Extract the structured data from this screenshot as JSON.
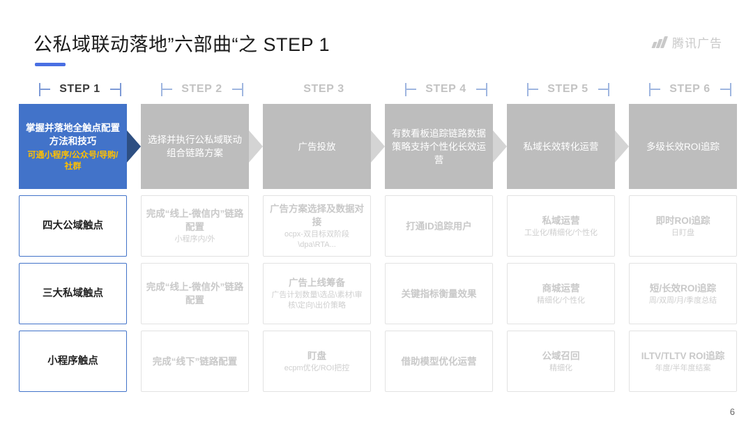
{
  "header": {
    "title": "公私域联动落地”六部曲“之 STEP 1",
    "brand_name": "腾讯广告",
    "brand_icon": "slashes-logo-icon",
    "accent_color": "#4a6fe3"
  },
  "steps": [
    {
      "label": "STEP 1",
      "active": true
    },
    {
      "label": "STEP 2",
      "active": false
    },
    {
      "label": "STEP 3",
      "active": false
    },
    {
      "label": "STEP 4",
      "active": false
    },
    {
      "label": "STEP 5",
      "active": false
    },
    {
      "label": "STEP 6",
      "active": false
    }
  ],
  "banners": [
    {
      "title": "掌握并落地全触点配置方法和技巧",
      "sub": "可通小程序/公众号/导购/社群",
      "primary": true,
      "bg": "#4273c9",
      "sub_color": "#ffc000",
      "arrow_color": "#2e4f82"
    },
    {
      "title": "选择并执行公私域联动组合链路方案",
      "sub": "",
      "primary": false,
      "bg": "#bdbdbd",
      "arrow_color": "#d9d9d9"
    },
    {
      "title": "广告投放",
      "sub": "",
      "primary": false,
      "bg": "#bdbdbd",
      "arrow_color": "#d9d9d9"
    },
    {
      "title": "有数看板追踪链路数据策略支持个性化长效运营",
      "sub": "",
      "primary": false,
      "bg": "#bdbdbd",
      "arrow_color": "#d9d9d9"
    },
    {
      "title": "私域长效转化运营",
      "sub": "",
      "primary": false,
      "bg": "#bdbdbd",
      "arrow_color": "#d9d9d9"
    },
    {
      "title": "多级长效ROI追踪",
      "sub": "",
      "primary": false,
      "bg": "#bdbdbd",
      "arrow_color": ""
    }
  ],
  "rows": [
    {
      "cells": [
        {
          "title": "四大公域触点",
          "sub": "",
          "highlight": true
        },
        {
          "title": "完成“线上-微信内”链路配置",
          "sub": "小程序内/外",
          "highlight": false
        },
        {
          "title": "广告方案选择及数据对接",
          "sub": "ocpx-双目标双阶段\\dpa\\RTA...",
          "highlight": false
        },
        {
          "title": "打通ID追踪用户",
          "sub": "",
          "highlight": false
        },
        {
          "title": "私域运营",
          "sub": "工业化/精细化/个性化",
          "highlight": false
        },
        {
          "title": "即时ROI追踪",
          "sub": "日盯盘",
          "highlight": false
        }
      ]
    },
    {
      "cells": [
        {
          "title": "三大私域触点",
          "sub": "",
          "highlight": true
        },
        {
          "title": "完成“线上-微信外”链路配置",
          "sub": "",
          "highlight": false
        },
        {
          "title": "广告上线筹备",
          "sub": "广告计划数量\\选品\\素材\\审核\\定向\\出价策略",
          "highlight": false
        },
        {
          "title": "关键指标衡量效果",
          "sub": "",
          "highlight": false
        },
        {
          "title": "商城运营",
          "sub": "精细化/个性化",
          "highlight": false
        },
        {
          "title": "短/长效ROI追踪",
          "sub": "周/双周/月/季度总结",
          "highlight": false
        }
      ]
    },
    {
      "cells": [
        {
          "title": "小程序触点",
          "sub": "",
          "highlight": true
        },
        {
          "title": "完成“线下”链路配置",
          "sub": "",
          "highlight": false
        },
        {
          "title": "盯盘",
          "sub": "ecpm优化/ROI把控",
          "highlight": false
        },
        {
          "title": "借助模型优化运营",
          "sub": "",
          "highlight": false
        },
        {
          "title": "公域召回",
          "sub": "精细化",
          "highlight": false
        },
        {
          "title": "ILTV/TLTV ROI追踪",
          "sub": "年度/半年度结案",
          "highlight": false
        }
      ]
    }
  ],
  "footer": {
    "page_number": "6"
  }
}
